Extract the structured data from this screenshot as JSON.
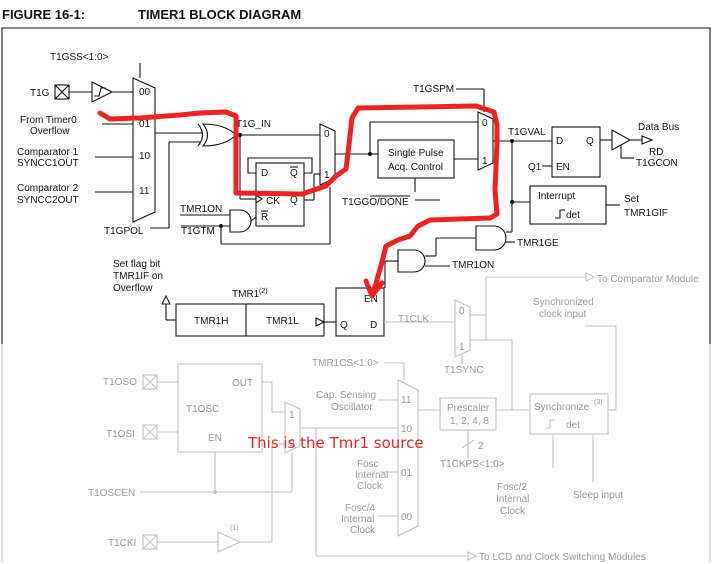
{
  "figure": {
    "number": "FIGURE 16-1:",
    "title": "TIMER1 BLOCK DIAGRAM"
  },
  "gate": {
    "t1gss": "T1GSS<1:0>",
    "t1g": "T1G",
    "timer0": [
      "From Timer0",
      "Overflow"
    ],
    "comp1": [
      "Comparator 1",
      "SYNCC1OUT"
    ],
    "comp2": [
      "Comparator 2",
      "SYNCC2OUT"
    ],
    "mux_sel": [
      "00",
      "01",
      "10",
      "11"
    ],
    "t1gpol": "T1GPOL",
    "t1g_in": "T1G_IN",
    "tmr1on": "TMR1ON",
    "t1gtm": "T1GTM",
    "ff_d": "D",
    "ff_q": "Q",
    "ff_qbar": "Q",
    "ff_ck": "CK",
    "ff_r": "R",
    "t1gspm": "T1GSPM",
    "mux2_sel": [
      "0",
      "1"
    ],
    "single_pulse": [
      "Single Pulse",
      "Acq. Control"
    ],
    "t1ggo_done": "T1GGO/DONE",
    "t1gval": "T1GVAL",
    "latch_d": "D",
    "latch_q": "Q",
    "latch_q1": "Q1",
    "latch_en": "EN",
    "data_bus": "Data Bus",
    "rd_t1gcon": [
      "RD",
      "T1GCON"
    ],
    "interrupt": [
      "Interrupt",
      "det"
    ],
    "set_t1gif": [
      "Set",
      "TMR1GIF"
    ],
    "tmr1ge": "TMR1GE",
    "tmr1on_2": "TMR1ON"
  },
  "timer": {
    "set_flag": [
      "Set flag bit",
      "TMR1IF on",
      "Overflow"
    ],
    "tmr1_label": "TMR1",
    "tmr1_sup": "(2)",
    "tmr1h": "TMR1H",
    "tmr1l": "TMR1L",
    "en": "EN",
    "q": "Q",
    "d": "D",
    "t1clk": "T1CLK"
  },
  "faded": {
    "to_comparator": "To Comparator Module",
    "sync_clock": [
      "Synchronized",
      "clock input"
    ],
    "mux_sel": [
      "0",
      "1"
    ],
    "t1sync": "T1SYNC",
    "t1oso": "T1OSO",
    "t1osi": "T1OSI",
    "t1oscen": "T1OSCEN",
    "t1cki": "T1CKI",
    "t1osc": "T1OSC",
    "out": "OUT",
    "en": "EN",
    "buf_note": "(1)",
    "tmr1cs": "TMR1CS<1:0>",
    "cap_sense": [
      "Cap. Sensing",
      "Oscillator"
    ],
    "fosc": [
      "Fosc",
      "Internal",
      "Clock"
    ],
    "fosc4": [
      "Fosc/4",
      "Internal",
      "Clock"
    ],
    "mux4_sel": [
      "11",
      "10",
      "01",
      "00"
    ],
    "prescaler": [
      "Prescaler",
      "1, 2, 4, 8"
    ],
    "div2": "2",
    "t1ckps": "T1CKPS<1:0>",
    "synchronize": "Synchronize",
    "sync_sup": "(3)",
    "det": "det",
    "fosc2": [
      "Fosc/2",
      "Internal",
      "Clock"
    ],
    "sleep_input": "Sleep input",
    "to_lcd": "To LCD and Clock Switching Modules"
  },
  "annotation": {
    "text": "This is the Tmr1 source",
    "color": "#ee2222"
  }
}
